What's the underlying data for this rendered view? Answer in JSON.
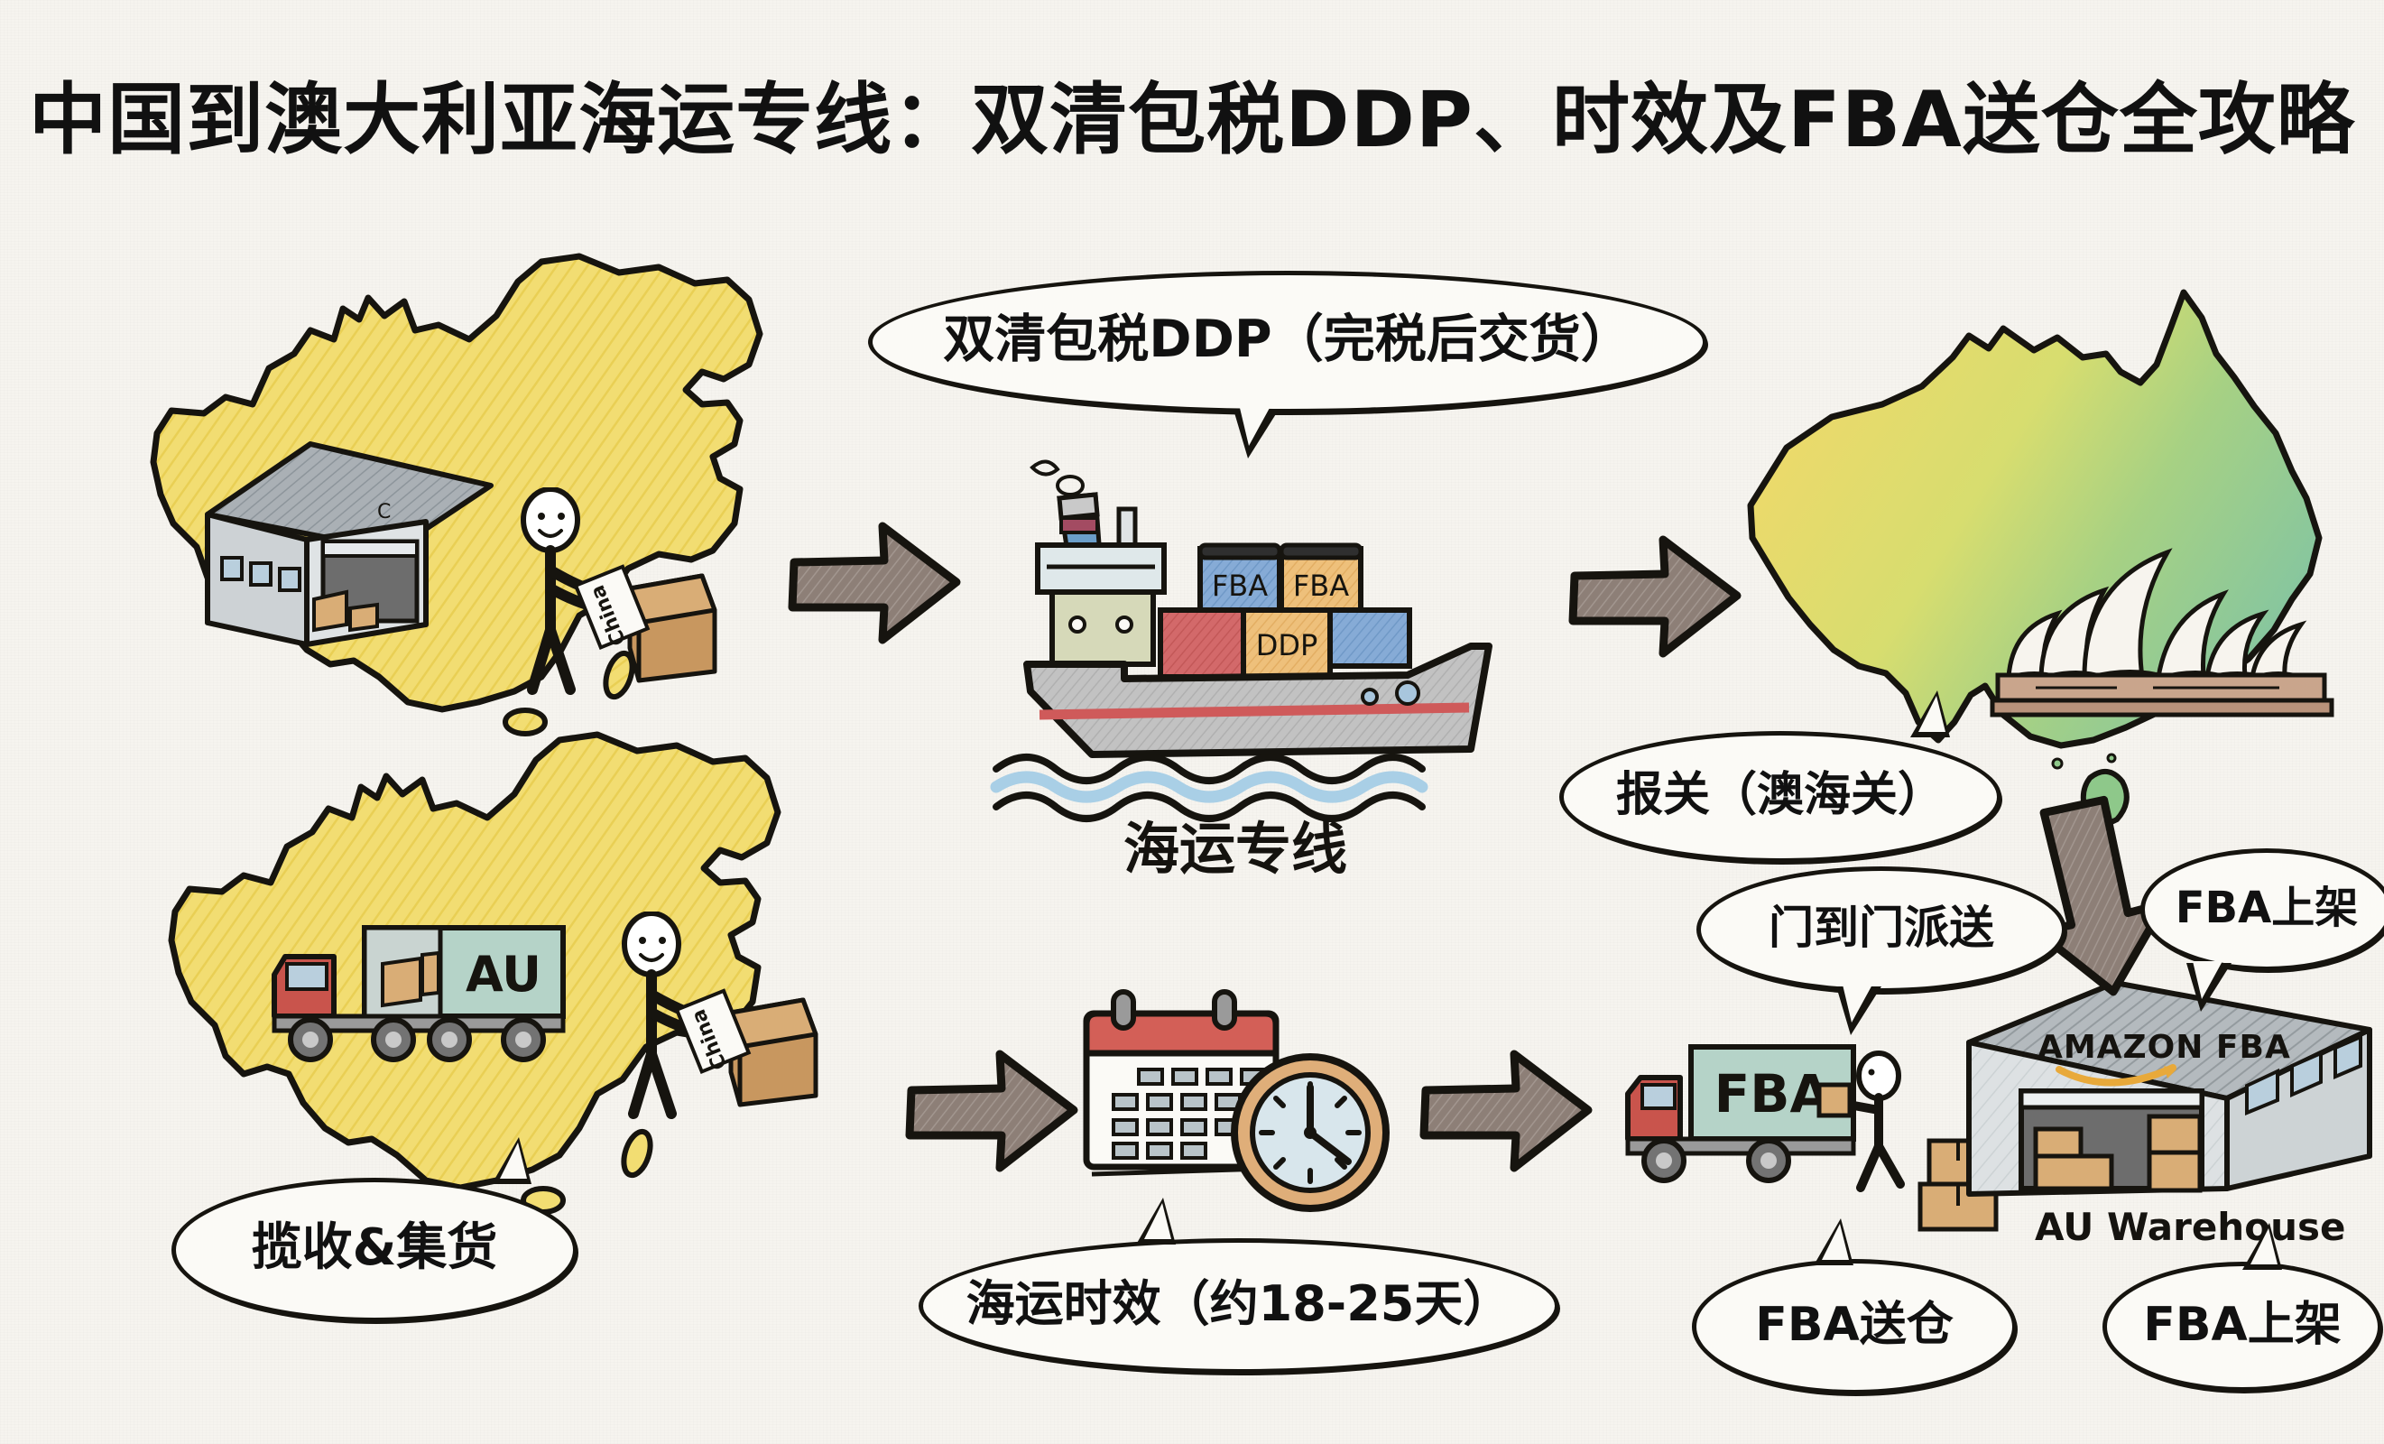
{
  "title": "中国到澳大利亚海运专线：双清包税DDP、时效及FBA送仓全攻略",
  "colors": {
    "background": "#f6f4ef",
    "ink": "#16140f",
    "china_map": "#f2dd72",
    "australia_green": "#9ccf7e",
    "australia_yellow": "#ecd96a",
    "arrow_fill": "#8d7f77",
    "ship_hull": "#bcbcbc",
    "ship_stripe": "#d05a5a",
    "truck_cab": "#c9544c",
    "truck_body": "#b5d3c8",
    "warehouse_wall": "#d5d9da",
    "carton": "#d2a368",
    "calendar_header": "#d35f57",
    "clock_rim": "#dfae79",
    "clock_face": "#d8e6ec",
    "amazon_smile": "#e8a93a",
    "container_blue": "#7ea8d4",
    "container_orange": "#eebd74",
    "container_red": "#d2635f"
  },
  "maps": {
    "china_top": {
      "name": "中国",
      "id": "china-map-top"
    },
    "china_bottom": {
      "name": "中国",
      "id": "china-map-bottom"
    },
    "australia": {
      "name": "澳大利亚",
      "id": "australia-map"
    }
  },
  "scene_labels": {
    "sea_line": "海运专线",
    "warehouse_caption": "AU Warehouse",
    "amazon_sign": "AMAZON FBA"
  },
  "bubbles": [
    {
      "id": "ddp-bubble",
      "text": "双清包税DDP（完税后交货）"
    },
    {
      "id": "customs-bubble",
      "text": "报关（澳海关）"
    },
    {
      "id": "door-to-door-bubble",
      "text": "门到门派送"
    },
    {
      "id": "fba-shelf-bubble-top",
      "text": "FBA上架"
    },
    {
      "id": "pickup-bubble",
      "text": "揽收&集货"
    },
    {
      "id": "transit-time-bubble",
      "text": "海运时效（约18-25天）"
    },
    {
      "id": "fba-delivery-bubble",
      "text": "FBA送仓"
    },
    {
      "id": "fba-shelf-bubble-bottom",
      "text": "FBA上架"
    }
  ],
  "containers": [
    {
      "label": "FBA",
      "color": "blue"
    },
    {
      "label": "FBA",
      "color": "orange"
    },
    {
      "label": "DDP",
      "color": "orange"
    },
    {
      "label": "",
      "color": "red"
    },
    {
      "label": "",
      "color": "blue"
    }
  ],
  "vehicles": {
    "china_truck_label": "AU",
    "au_truck_label": "FBA"
  },
  "parcel_signs": {
    "china_sign": "China",
    "au_sign": "China"
  },
  "flow_steps": [
    "揽收&集货",
    "海运专线",
    "双清包税DDP（完税后交货）",
    "报关（澳海关）",
    "门到门派送",
    "FBA送仓",
    "FBA上架"
  ]
}
